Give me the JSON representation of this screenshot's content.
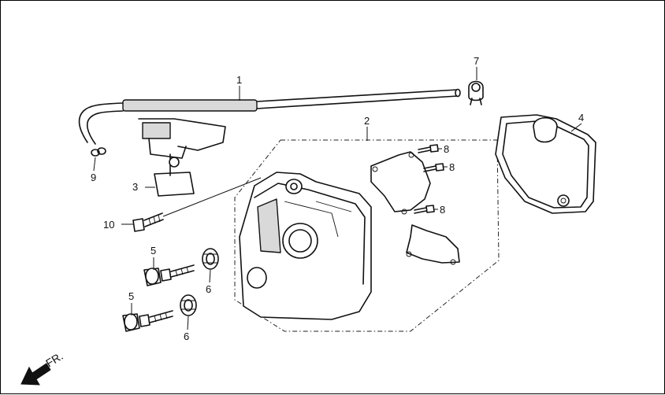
{
  "callouts": {
    "c1": "1",
    "c2": "2",
    "c3": "3",
    "c4": "4",
    "c5a": "5",
    "c5b": "5",
    "c6a": "6",
    "c6b": "6",
    "c7": "7",
    "c8a": "8",
    "c8b": "8",
    "c8c": "8",
    "c9": "9",
    "c10": "10"
  },
  "direction_label": "FR.",
  "icons": {
    "front_arrow": "arrow-down-left-icon"
  }
}
